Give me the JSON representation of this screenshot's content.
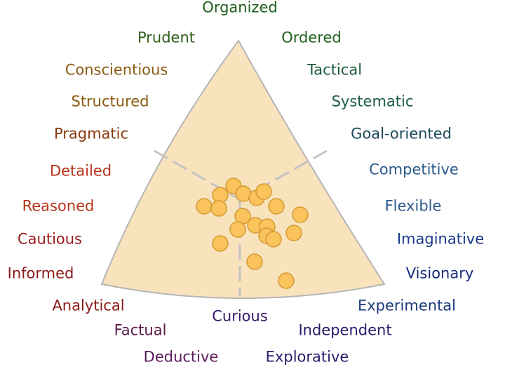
{
  "colors": {
    "fill": "#f9e3bd",
    "stroke": "#b5b5b5",
    "divider": "#c3c3c3",
    "dot_fill": "#fbc35c",
    "dot_stroke": "#d29a33"
  },
  "labels": [
    {
      "id": "organized",
      "text": "Organized",
      "color": "#1f5f1f"
    },
    {
      "id": "prudent",
      "text": "Prudent",
      "color": "#2e5e1a"
    },
    {
      "id": "ordered",
      "text": "Ordered",
      "color": "#1f5f1f"
    },
    {
      "id": "conscientious",
      "text": "Conscientious",
      "color": "#8a5a10"
    },
    {
      "id": "tactical",
      "text": "Tactical",
      "color": "#1a5a3a"
    },
    {
      "id": "structured",
      "text": "Structured",
      "color": "#8a5a10"
    },
    {
      "id": "systematic",
      "text": "Systematic",
      "color": "#1a5a4a"
    },
    {
      "id": "pragmatic",
      "text": "Pragmatic",
      "color": "#8a3a10"
    },
    {
      "id": "goal-oriented",
      "text": "Goal-oriented",
      "color": "#1a4a5a"
    },
    {
      "id": "detailed",
      "text": "Detailed",
      "color": "#b8321a"
    },
    {
      "id": "competitive",
      "text": "Competitive",
      "color": "#2a5a8a"
    },
    {
      "id": "reasoned",
      "text": "Reasoned",
      "color": "#b8321a"
    },
    {
      "id": "flexible",
      "text": "Flexible",
      "color": "#2a5a8a"
    },
    {
      "id": "cautious",
      "text": "Cautious",
      "color": "#9a1a1a"
    },
    {
      "id": "imaginative",
      "text": "Imaginative",
      "color": "#1a3a8a"
    },
    {
      "id": "informed",
      "text": "Informed",
      "color": "#8a1a1a"
    },
    {
      "id": "visionary",
      "text": "Visionary",
      "color": "#1a2a7a"
    },
    {
      "id": "analytical",
      "text": "Analytical",
      "color": "#8a1a1a"
    },
    {
      "id": "experimental",
      "text": "Experimental",
      "color": "#1a3a7a"
    },
    {
      "id": "curious",
      "text": "Curious",
      "color": "#3a1a6a"
    },
    {
      "id": "factual",
      "text": "Factual",
      "color": "#5a1a4a"
    },
    {
      "id": "independent",
      "text": "Independent",
      "color": "#2a1a6a"
    },
    {
      "id": "deductive",
      "text": "Deductive",
      "color": "#5a1a5a"
    },
    {
      "id": "explorative",
      "text": "Explorative",
      "color": "#2a1a6a"
    }
  ]
}
